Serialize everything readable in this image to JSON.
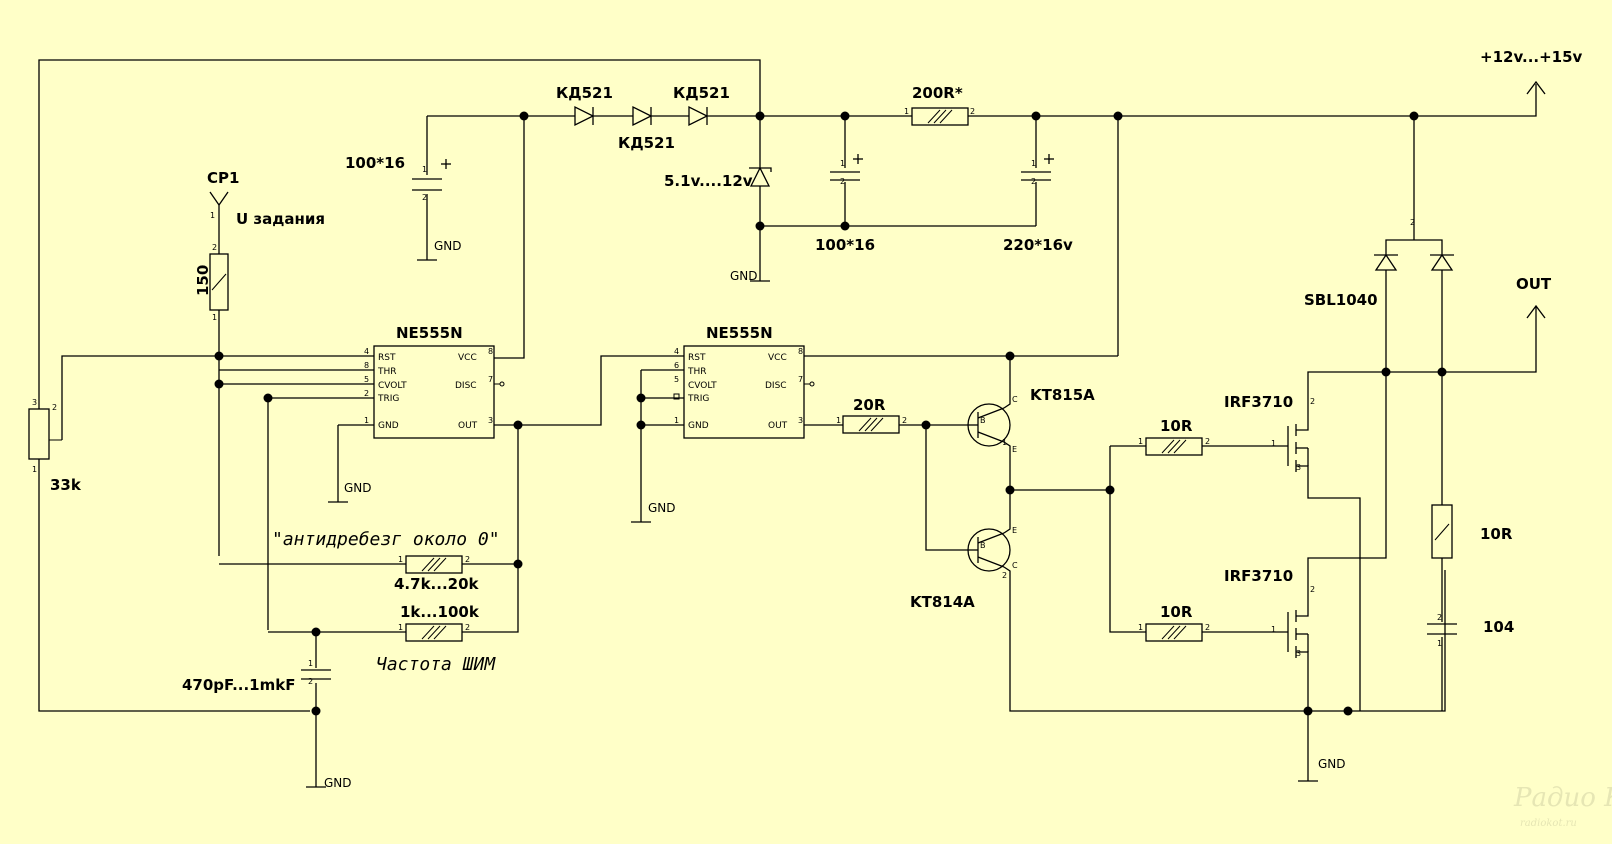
{
  "power": {
    "supply": "+12v...+15v",
    "out": "OUT"
  },
  "diodes": {
    "d1": "КД521",
    "d2": "КД521",
    "d3": "КД521",
    "zener": "5.1v....12v",
    "schottky": "SBL1040"
  },
  "caps": {
    "c1": "100*16",
    "c2": "100*16",
    "c3": "220*16v",
    "c_timing": "470pF...1mkF",
    "c_snubber": "104"
  },
  "resistors": {
    "r_supply": "200R*",
    "r_cp": "150",
    "pot": "33k",
    "r_debounce": "4.7k...20k",
    "r_freq": "1k...100k",
    "r_drive": "20R",
    "r_gate1": "10R",
    "r_gate2": "10R",
    "r_snubber": "10R"
  },
  "ic": {
    "name1": "NE555N",
    "name2": "NE555N",
    "pins": {
      "rst": "RST",
      "thr": "THR",
      "cvolt": "CVOLT",
      "trig": "TRIG",
      "gnd": "GND",
      "vcc": "VCC",
      "disc": "DISC",
      "out": "OUT"
    }
  },
  "transistors": {
    "q1": "KT815A",
    "q2": "KT814A",
    "m1": "IRF3710",
    "m2": "IRF3710"
  },
  "labels": {
    "cp1": "CP1",
    "u_set": "U задания",
    "gnd": "GND",
    "debounce": "\"антидребезг около 0\"",
    "freq": "Частота ШИМ"
  },
  "watermark": {
    "line1": "Радио КОТ",
    "line2": "radiokot.ru"
  }
}
